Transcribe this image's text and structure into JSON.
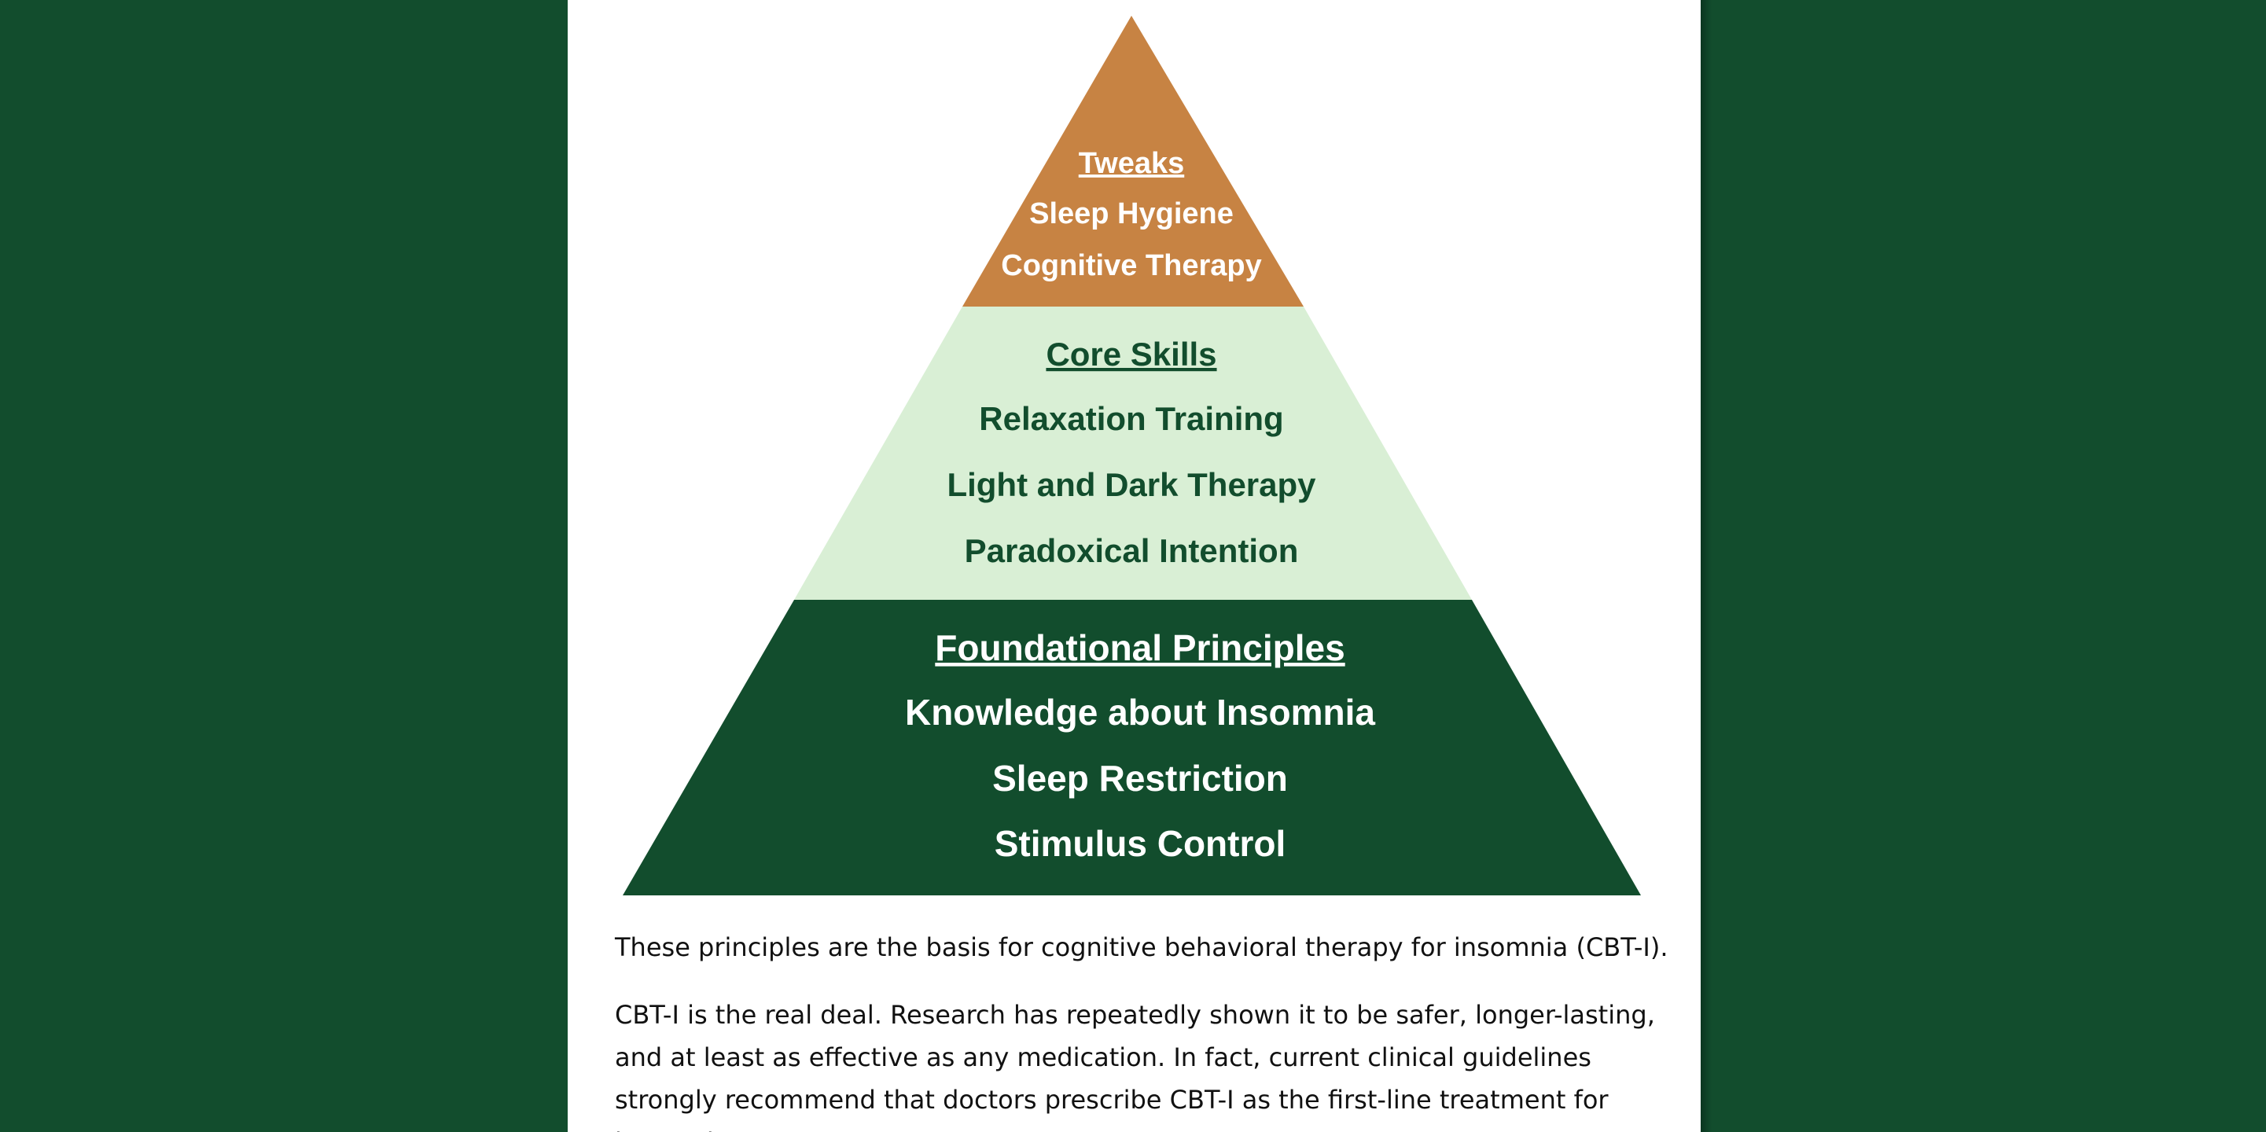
{
  "colors": {
    "background": "#124d2d",
    "panel": "#ffffff",
    "top_tier": "#c78343",
    "middle_tier": "#d9efd5",
    "bottom_tier": "#124d2d",
    "middle_text": "#124d2d",
    "light_text": "#ffffff"
  },
  "pyramid": {
    "top": {
      "heading": "Tweaks",
      "items": [
        "Sleep Hygiene",
        "Cognitive Therapy"
      ]
    },
    "middle": {
      "heading": "Core Skills",
      "items": [
        "Relaxation Training",
        "Light and Dark Therapy",
        "Paradoxical Intention"
      ]
    },
    "bottom": {
      "heading": "Foundational Principles",
      "items": [
        "Knowledge about Insomnia",
        "Sleep Restriction",
        "Stimulus Control"
      ]
    }
  },
  "paragraphs": [
    "These principles are the basis for cognitive behavioral therapy for insomnia (CBT-I).",
    "CBT-I is the real deal. Research has repeatedly shown it to be safer, longer-lasting, and at least as effective as any medication. In fact, current clinical guidelines strongly recommend that doctors prescribe CBT-I as the first-line treatment for insomnia.*"
  ]
}
